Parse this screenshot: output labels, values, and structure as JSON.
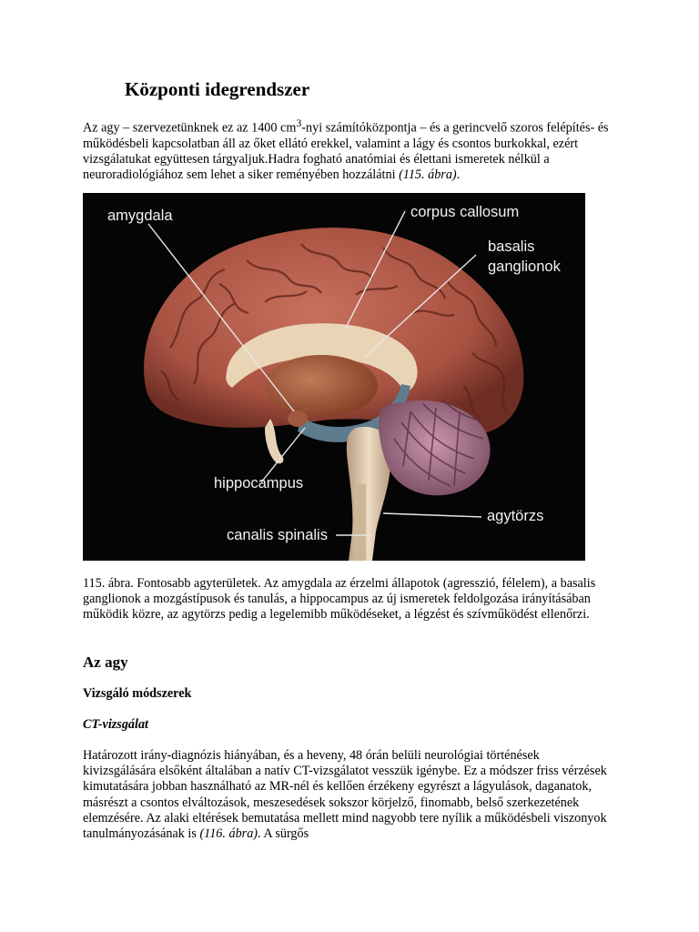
{
  "title": "Központi idegrendszer",
  "intro": {
    "text_before_sup": "Az agy – szervezetünknek ez az 1400 cm",
    "sup": "3",
    "text_after_sup": "-nyi számítóközpontja – és a gerincvelő szoros felépítés- és működésbeli kapcsolatban áll az őket ellátó erekkel, valamint a lágy és csontos burkokkal, ezért vizsgálatukat együttesen tárgyaljuk.Hadra fogható anatómiai és élettani ismeretek nélkül a neuroradiológiához sem lehet a siker reményében hozzálátni ",
    "ref": "(115. ábra)",
    "end": "."
  },
  "figure": {
    "labels": {
      "amygdala": "amygdala",
      "corpus_callosum": "corpus callosum",
      "basalis": "basalis",
      "ganglionok": "ganglionok",
      "hippocampus": "hippocampus",
      "agytorzs": "agytörzs",
      "canalis_spinalis": "canalis spinalis"
    }
  },
  "caption": "115. ábra. Fontosabb agyterületek. Az amygdala az érzelmi állapotok (agresszió, félelem), a basalis ganglionok a mozgástípusok és tanulás, a hippocampus az új ismeretek feldolgozása irányításában működik közre, az agytörzs pedig a legelemibb működéseket, a légzést és szívműködést ellenőrzi.",
  "section_heading": "Az agy",
  "subsection_heading": "Vizsgáló módszerek",
  "method_heading": "CT-vizsgálat",
  "body": {
    "text": "Határozott irány-diagnózis hiányában, és a heveny, 48 órán belüli neurológiai történések kivizsgálására elsőként általában a natív CT-vizsgálatot vesszük igénybe. Ez a módszer friss vérzések kimutatására jobban használható az MR-nél és kellően érzékeny egyrészt a lágyulások, daganatok, másrészt a csontos elváltozások, meszesedések sokszor körjelző, finomabb, belső szerkezetének elemzésére. Az alaki eltérések bemutatása mellett mind nagyobb tere nyílik a működésbeli viszonyok tanulmányozásának is ",
    "ref": "(116. ábra)",
    "end": ". A sürgős"
  },
  "colors": {
    "figure_background": "#050505",
    "cortex": "#b4584a",
    "callosum": "#e9d4b6",
    "cerebellum": "#b07c93",
    "brainstem": "#e2cdb2"
  }
}
